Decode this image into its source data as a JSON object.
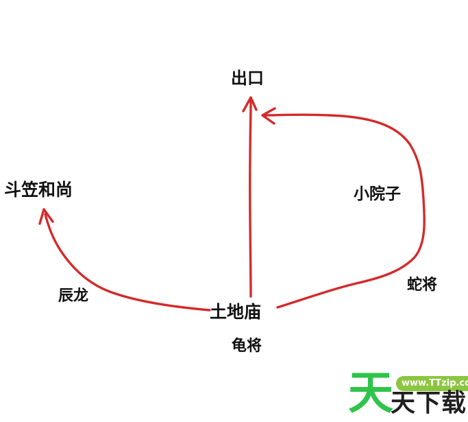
{
  "labels": {
    "exit": "出口",
    "monk": "斗笠和尚",
    "courtyard": "小院子",
    "snake_general": "蛇将",
    "dragon": "辰龙",
    "temple": "土地庙",
    "turtle_general": "龟将"
  },
  "routes": [
    {
      "from": "土地庙",
      "to": "出口"
    },
    {
      "from": "土地庙",
      "to": "出口",
      "via": "小院子"
    },
    {
      "from": "土地庙",
      "to": "斗笠和尚"
    }
  ],
  "watermark": {
    "big_glyph": "天",
    "text": "天下载",
    "url": "www.TTzip.com"
  },
  "colors": {
    "route": "#d42a2a",
    "label": "#111111",
    "watermark_green": "#2fc44a",
    "watermark_dark": "#1f1f1f",
    "pill_bg": "#8cc640"
  },
  "icons": {
    "arrow": "arrow-head-icon"
  }
}
